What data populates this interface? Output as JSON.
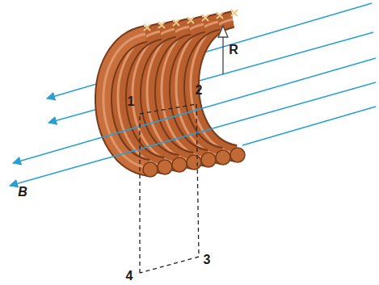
{
  "diagram": {
    "labels": [
      "B",
      "R",
      "1",
      "2",
      "3",
      "4"
    ]
  }
}
